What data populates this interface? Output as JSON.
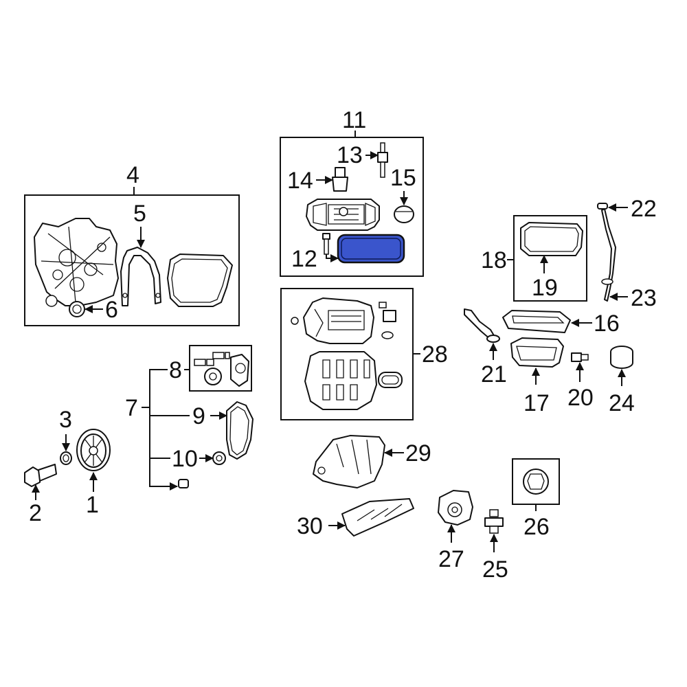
{
  "callouts": {
    "c1": "1",
    "c2": "2",
    "c3": "3",
    "c4": "4",
    "c5": "5",
    "c6": "6",
    "c7": "7",
    "c8": "8",
    "c9": "9",
    "c10": "10",
    "c11": "11",
    "c12": "12",
    "c13": "13",
    "c14": "14",
    "c15": "15",
    "c16": "16",
    "c17": "17",
    "c18": "18",
    "c19": "19",
    "c20": "20",
    "c21": "21",
    "c22": "22",
    "c23": "23",
    "c24": "24",
    "c25": "25",
    "c26": "26",
    "c27": "27",
    "c28": "28",
    "c29": "29",
    "c30": "30"
  },
  "colors": {
    "highlight_part": "#3a55cc",
    "line": "#111111",
    "background": "#ffffff"
  },
  "highlighted_part": "12"
}
